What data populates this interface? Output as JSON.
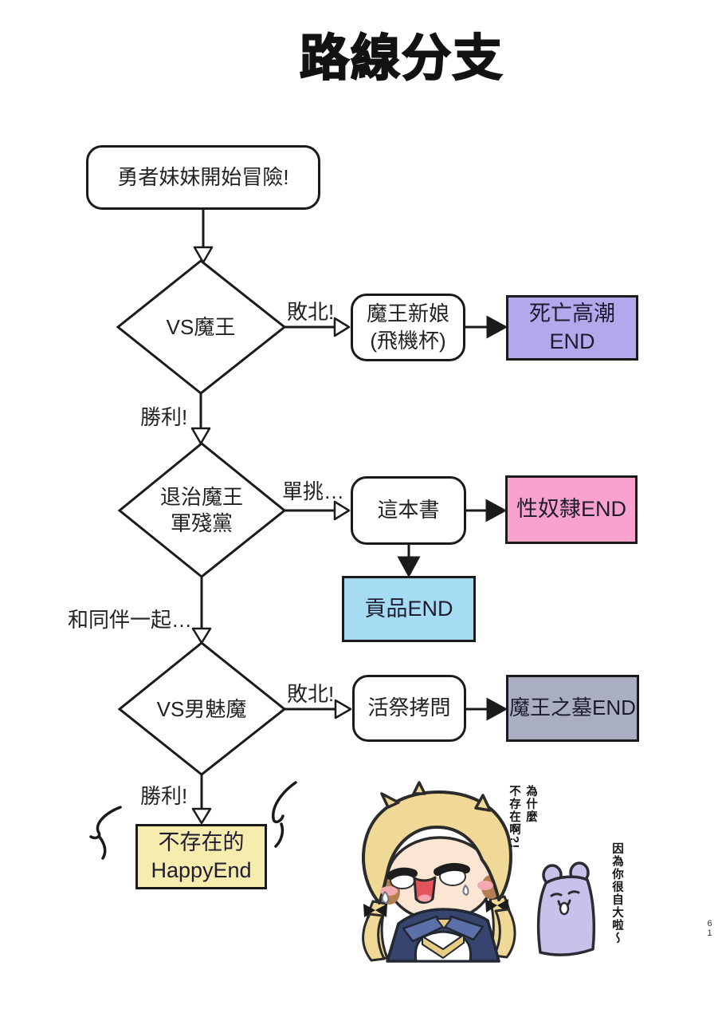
{
  "title": "路線分支",
  "nodes": {
    "start": "勇者妹妹開始冒險!",
    "vs_maou": "VS魔王",
    "maou_bride": "魔王新娘\n(飛機杯)",
    "death_end": "死亡高潮\nEND",
    "remnants": "退治魔王\n軍殘黨",
    "this_book": "這本書",
    "slave_end": "性奴隸END",
    "tribute_end": "貢品END",
    "vs_incubus": "VS男魅魔",
    "sacrifice": "活祭拷問",
    "tomb_end": "魔王之墓END",
    "happy_end": "不存在的\nHappyEnd"
  },
  "edges": {
    "defeat1": "敗北!",
    "victory1": "勝利!",
    "solo": "單挑…",
    "with_party": "和同伴一起…",
    "defeat2": "敗北!",
    "victory2": "勝利!"
  },
  "speech": {
    "girl": "為什麼\n不存在啊?!",
    "bear": "因為你很自大啦～"
  },
  "page_number": "61",
  "colors": {
    "line": "#1b1b1b",
    "end_death": "#b2a9ec",
    "end_slave": "#f9a2ce",
    "end_tribute": "#a5dcf4",
    "end_tomb": "#a9aec2",
    "end_happy": "#f5ecae",
    "girl_hair": "#f0d996",
    "bear_body": "#c8c1e9"
  }
}
